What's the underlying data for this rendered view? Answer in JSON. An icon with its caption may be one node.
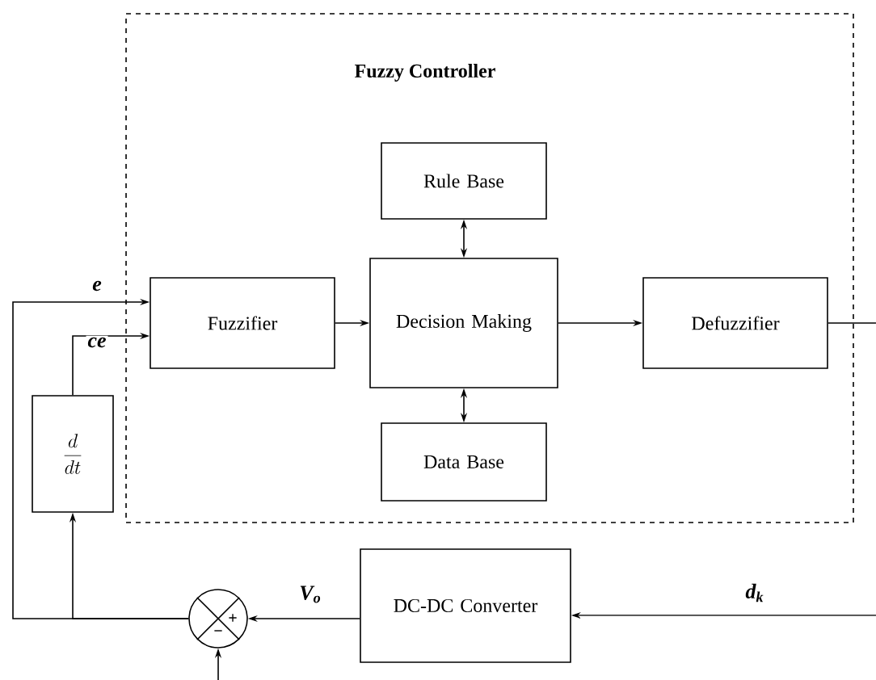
{
  "diagram": {
    "nodes": [
      {
        "text": [
          "Fuzzy Controller"
        ]
      },
      {
        "text": [
          "Rule Base"
        ],
        "in": 0
      },
      {
        "text": [
          "Fuzzifier"
        ],
        "in": 0
      },
      {
        "text": [
          "Decision Making"
        ],
        "in": 0
      },
      {
        "text": [
          "Defuzzifier"
        ],
        "in": 0
      },
      {
        "text": [
          "Data Base"
        ],
        "in": 0
      },
      {
        "text": [
          "\\frac{d}{dt}"
        ]
      },
      {
        "text": [
          "+",
          "−"
        ]
      },
      {
        "text": [
          "DC-DC Converter"
        ]
      }
    ],
    "edges": [
      {
        "from": 2,
        "to": 3,
        "arrow": "to"
      },
      {
        "from": 3,
        "to": 1,
        "arrow": "both"
      },
      {
        "from": 3,
        "to": 5,
        "arrow": "both"
      },
      {
        "from": 3,
        "to": 4,
        "arrow": "to"
      },
      {
        "from": 4,
        "to": null,
        "arrow": "none"
      },
      {
        "from": null,
        "to": 8,
        "arrow": "to",
        "label": "d$_{k}$"
      },
      {
        "from": 8,
        "to": 7,
        "arrow": "to",
        "label": "V$_{o}$"
      },
      {
        "from": 7,
        "to": 2,
        "arrow": "to",
        "label": "e"
      },
      {
        "from": 7,
        "to": 6,
        "arrow": "to"
      },
      {
        "from": 6,
        "to": 2,
        "arrow": "to",
        "label": "ce"
      },
      {
        "from": null,
        "to": 7,
        "arrow": "to"
      }
    ]
  }
}
